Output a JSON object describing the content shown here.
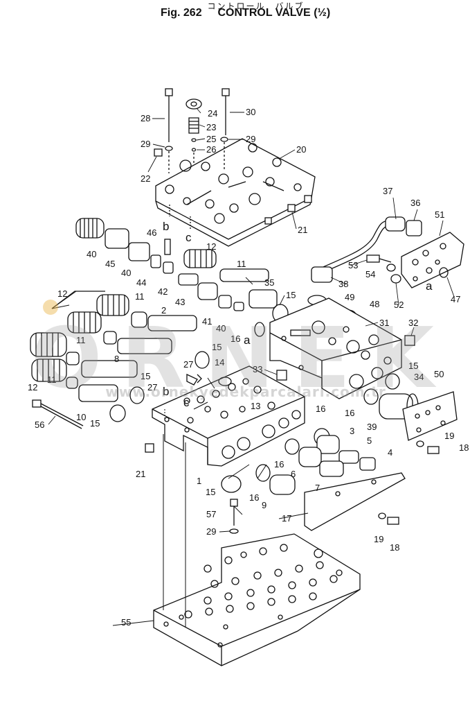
{
  "title": {
    "japanese": "コントロール　バルブ",
    "fig_prefix": "Fig.",
    "fig_number": "262",
    "caption": "CONTROL VALVE",
    "fraction": "(½)"
  },
  "watermark": {
    "text": "ORNEK",
    "url": "www.ornekyedekparcalari.com.tr"
  },
  "callouts": {
    "c1": "1",
    "c2": "2",
    "c3": "3",
    "c4": "4",
    "c5": "5",
    "c6": "6",
    "c7": "7",
    "c8": "8",
    "c9": "9",
    "c10": "10",
    "c11a": "11",
    "c11b": "11",
    "c11c": "11",
    "c11d": "11",
    "c12a": "12",
    "c12b": "12",
    "c12c": "12",
    "c13": "13",
    "c14": "14",
    "c15a": "15",
    "c15b": "15",
    "c15c": "15",
    "c15d": "15",
    "c15e": "15",
    "c15f": "15",
    "c16a": "16",
    "c16b": "16",
    "c16c": "16",
    "c16d": "16",
    "c16e": "16",
    "c17": "17",
    "c18a": "18",
    "c18b": "18",
    "c19a": "19",
    "c19b": "19",
    "c20": "20",
    "c21a": "21",
    "c21b": "21",
    "c22": "22",
    "c23": "23",
    "c24": "24",
    "c25": "25",
    "c26": "26",
    "c27a": "27",
    "c27b": "27",
    "c28": "28",
    "c29a": "29",
    "c29b": "29",
    "c29c": "29",
    "c30": "30",
    "c31": "31",
    "c32": "32",
    "c33": "33",
    "c34": "34",
    "c35": "35",
    "c36": "36",
    "c37": "37",
    "c38": "38",
    "c39": "39",
    "c40a": "40",
    "c40b": "40",
    "c40c": "40",
    "c41": "41",
    "c42": "42",
    "c43": "43",
    "c44": "44",
    "c45": "45",
    "c46": "46",
    "c47": "47",
    "c48": "48",
    "c49": "49",
    "c50": "50",
    "c51": "51",
    "c52": "52",
    "c53": "53",
    "c54": "54",
    "c55": "55",
    "c56": "56",
    "c57": "57"
  },
  "letter_markers": {
    "a1": "a",
    "a2": "a",
    "b1": "b",
    "b2": "b",
    "c1": "c",
    "c2": "c"
  },
  "colors": {
    "line": "#111111",
    "background": "#ffffff",
    "watermark_gray": "#969696",
    "watermark_accent": "#e8b446"
  }
}
